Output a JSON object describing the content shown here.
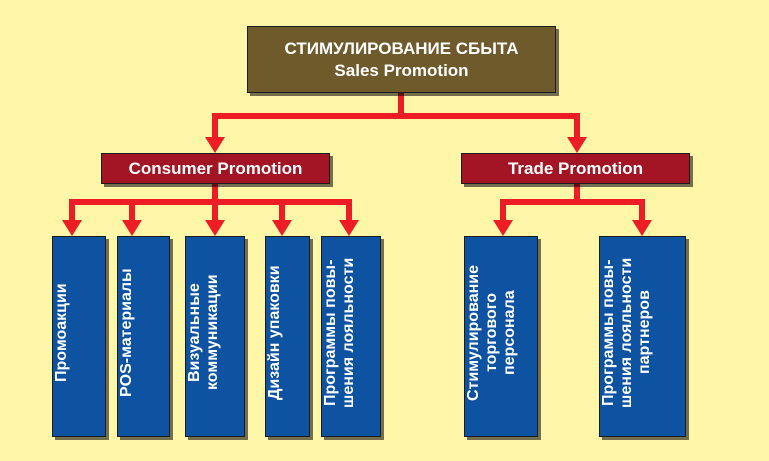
{
  "root": {
    "title_ru": "СТИМУЛИРОВАНИЕ СБЫТА",
    "title_en": "Sales Promotion"
  },
  "categories": [
    {
      "label": "Consumer Promotion"
    },
    {
      "label": "Trade Promotion"
    }
  ],
  "leaves": [
    {
      "lines": [
        "Промоакции"
      ]
    },
    {
      "lines": [
        "POS-материалы"
      ]
    },
    {
      "lines": [
        "Визуальные",
        "коммуникации"
      ]
    },
    {
      "lines": [
        "Дизайн упаковки"
      ]
    },
    {
      "lines": [
        "Программы повы-",
        "шения лояльности"
      ]
    },
    {
      "lines": [
        "Стимулирование",
        "торгового",
        "персонала"
      ]
    },
    {
      "lines": [
        "Программы повы-",
        "шения лояльности",
        "партнеров"
      ]
    }
  ],
  "colors": {
    "background": "#fff6a8",
    "root_box": "#6e5a2b",
    "category_box": "#a31424",
    "leaf_box": "#0e52a2",
    "connector": "#ee1c25"
  }
}
